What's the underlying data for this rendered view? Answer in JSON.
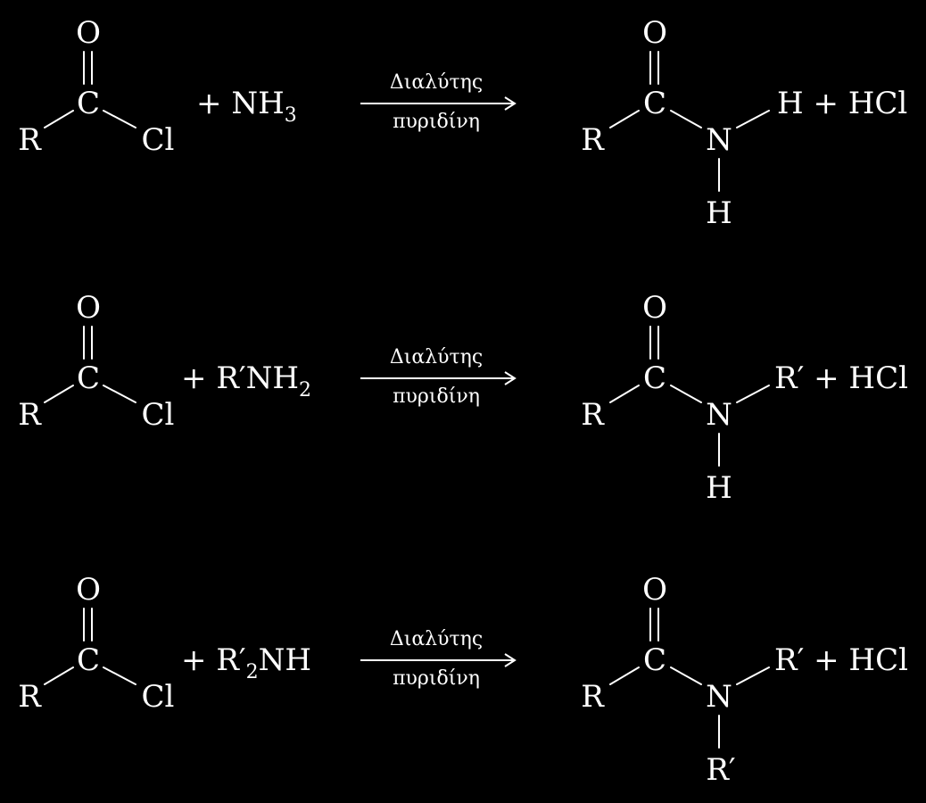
{
  "reactions": [
    {
      "reactant": {
        "carbonyl_o": "O",
        "carbon": "C",
        "r_group": "R",
        "leaving": "Cl"
      },
      "reagent": {
        "plus": "+",
        "main": "NH",
        "sub": "3"
      },
      "conditions": {
        "above": "Διαλύτης",
        "below": "πυριδίνη"
      },
      "product": {
        "carbonyl_o": "O",
        "carbon": "C",
        "r_group": "R",
        "nitrogen": "N",
        "n_right": "H",
        "n_down": "H"
      },
      "byproduct": "+ HCl"
    },
    {
      "reactant": {
        "carbonyl_o": "O",
        "carbon": "C",
        "r_group": "R",
        "leaving": "Cl"
      },
      "reagent": {
        "plus": "+",
        "prefix": "R′",
        "main": "NH",
        "sub": "2"
      },
      "conditions": {
        "above": "Διαλύτης",
        "below": "πυριδίνη"
      },
      "product": {
        "carbonyl_o": "O",
        "carbon": "C",
        "r_group": "R",
        "nitrogen": "N",
        "n_right": "R′",
        "n_down": "H"
      },
      "byproduct": "+ HCl"
    },
    {
      "reactant": {
        "carbonyl_o": "O",
        "carbon": "C",
        "r_group": "R",
        "leaving": "Cl"
      },
      "reagent": {
        "plus": "+",
        "prefix": "R′",
        "sub": "2",
        "suffix": "NH"
      },
      "conditions": {
        "above": "Διαλύτης",
        "below": "πυριδίνη"
      },
      "product": {
        "carbonyl_o": "O",
        "carbon": "C",
        "r_group": "R",
        "nitrogen": "N",
        "n_right": "R′",
        "n_down": "R′"
      },
      "byproduct": "+ HCl"
    }
  ],
  "colors": {
    "background": "#000000",
    "foreground": "#ffffff"
  }
}
